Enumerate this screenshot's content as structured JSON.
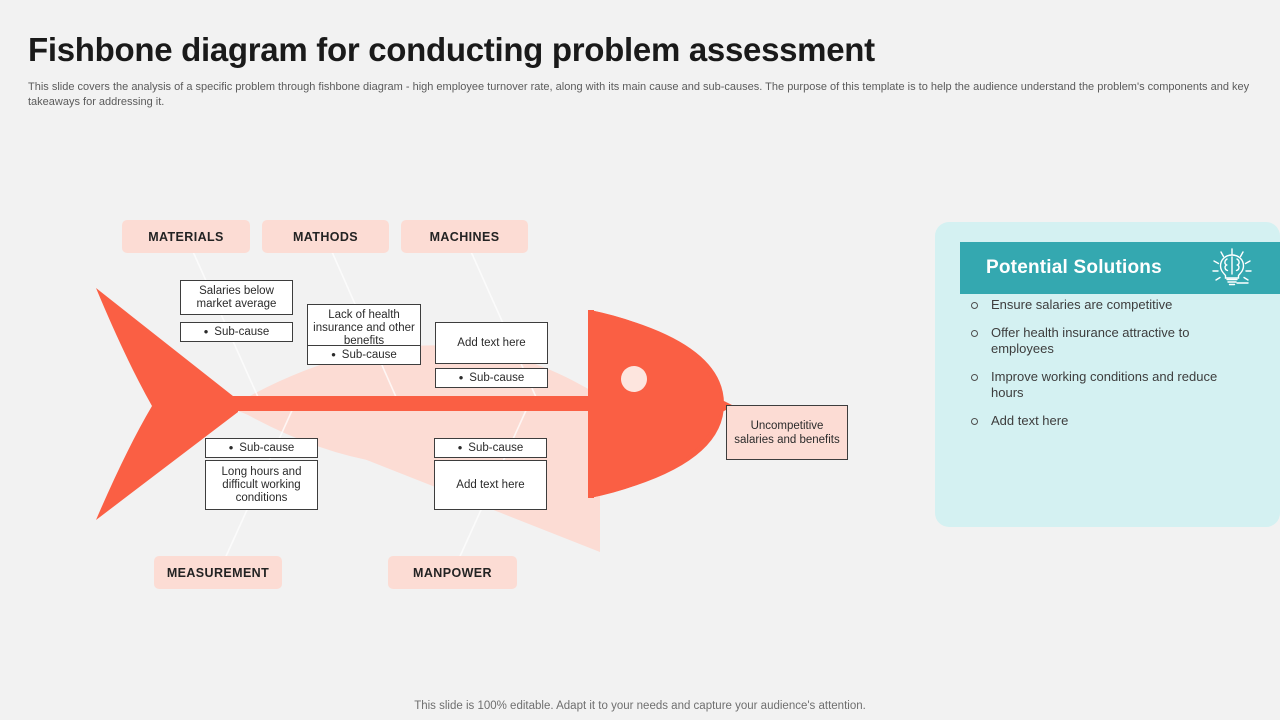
{
  "header": {
    "title": "Fishbone diagram for conducting problem assessment",
    "subtitle": "This slide covers the analysis of a specific problem through fishbone diagram - high employee turnover rate, along with its main cause and sub-causes. The purpose of this template is to help the audience understand the problem's components and key takeaways for addressing it."
  },
  "diagram": {
    "categories_top": [
      {
        "label": "MATERIALS"
      },
      {
        "label": "MATHODS"
      },
      {
        "label": "MACHINES"
      }
    ],
    "categories_bottom": [
      {
        "label": "MEASUREMENT"
      },
      {
        "label": "MANPOWER"
      }
    ],
    "causes_top": [
      {
        "cause": "Salaries below market average",
        "sub": "Sub-cause"
      },
      {
        "cause": "Lack of health insurance and other benefits",
        "sub": "Sub-cause"
      },
      {
        "cause": "Add text here",
        "sub": "Sub-cause"
      }
    ],
    "causes_bottom": [
      {
        "sub": "Sub-cause",
        "cause": "Long hours and difficult working conditions"
      },
      {
        "sub": "Sub-cause",
        "cause": "Add text here"
      }
    ],
    "problem": "Uncompetitive salaries and benefits",
    "bullet_char": "•",
    "colors": {
      "fish_solid": "#fa5f44",
      "fish_body": "#fcdcd4",
      "pill": "#fcdcd4",
      "eye": "#fde5de"
    }
  },
  "solutions": {
    "title": "Potential Solutions",
    "icon": "brain-bulb-icon",
    "items": [
      {
        "text": "Ensure salaries are competitive"
      },
      {
        "text": "Offer health insurance attractive to employees"
      },
      {
        "text": "Improve working conditions and reduce hours"
      },
      {
        "text": "Add text here"
      }
    ],
    "colors": {
      "panel": "#d4f1f2",
      "header": "#34a8b0"
    }
  },
  "footer": {
    "note": "This slide is 100% editable. Adapt it to your needs and capture your audience's attention."
  }
}
